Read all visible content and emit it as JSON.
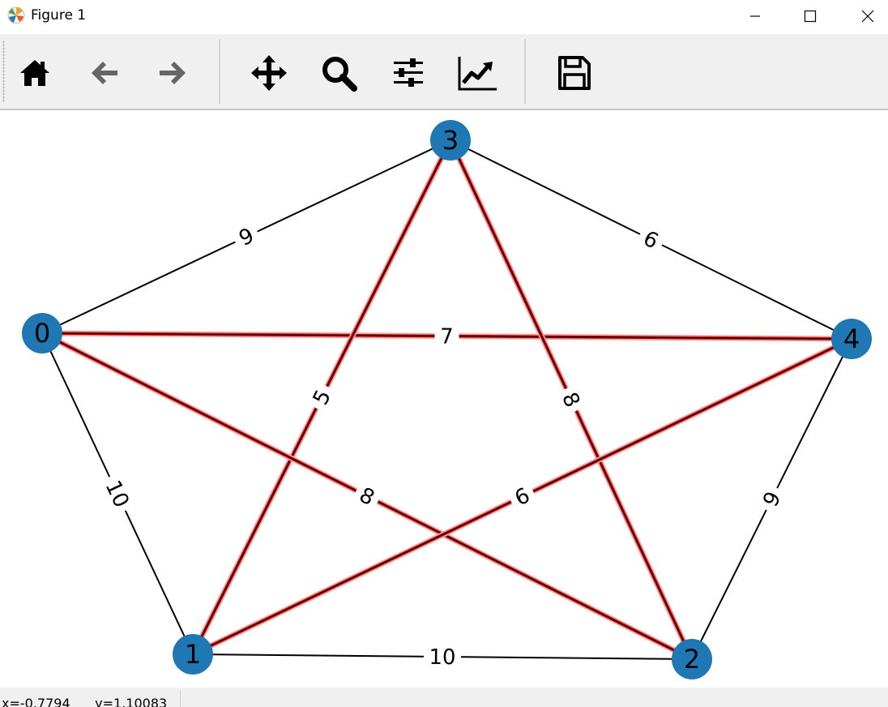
{
  "window": {
    "title": "Figure 1",
    "controls": [
      "minimize",
      "maximize",
      "close"
    ]
  },
  "toolbar": {
    "buttons": [
      {
        "name": "home",
        "icon": "home-icon"
      },
      {
        "name": "back",
        "icon": "arrow-left-icon"
      },
      {
        "name": "forward",
        "icon": "arrow-right-icon"
      },
      {
        "name": "pan",
        "icon": "move-arrows-icon"
      },
      {
        "name": "zoom",
        "icon": "magnifier-icon"
      },
      {
        "name": "configure-subplots",
        "icon": "sliders-icon"
      },
      {
        "name": "edit-axis",
        "icon": "line-chart-icon"
      },
      {
        "name": "save",
        "icon": "floppy-disk-icon"
      }
    ]
  },
  "graph": {
    "node_color": "#1f77b4",
    "edge_color": "#000000",
    "highlight_color": "#cc0000",
    "nodes": [
      "0",
      "1",
      "2",
      "3",
      "4"
    ],
    "edges": [
      {
        "source": "0",
        "target": "3",
        "weight": "9",
        "highlighted": false
      },
      {
        "source": "3",
        "target": "4",
        "weight": "6",
        "highlighted": false
      },
      {
        "source": "0",
        "target": "4",
        "weight": "7",
        "highlighted": true
      },
      {
        "source": "3",
        "target": "1",
        "weight": "5",
        "highlighted": true
      },
      {
        "source": "3",
        "target": "2",
        "weight": "8",
        "highlighted": true
      },
      {
        "source": "0",
        "target": "1",
        "weight": "10",
        "highlighted": false
      },
      {
        "source": "0",
        "target": "2",
        "weight": "8",
        "highlighted": true
      },
      {
        "source": "1",
        "target": "4",
        "weight": "6",
        "highlighted": true
      },
      {
        "source": "4",
        "target": "2",
        "weight": "9",
        "highlighted": false
      },
      {
        "source": "1",
        "target": "2",
        "weight": "10",
        "highlighted": false
      }
    ]
  },
  "status": {
    "coords": "x=-0.7794      y=1.10083"
  }
}
